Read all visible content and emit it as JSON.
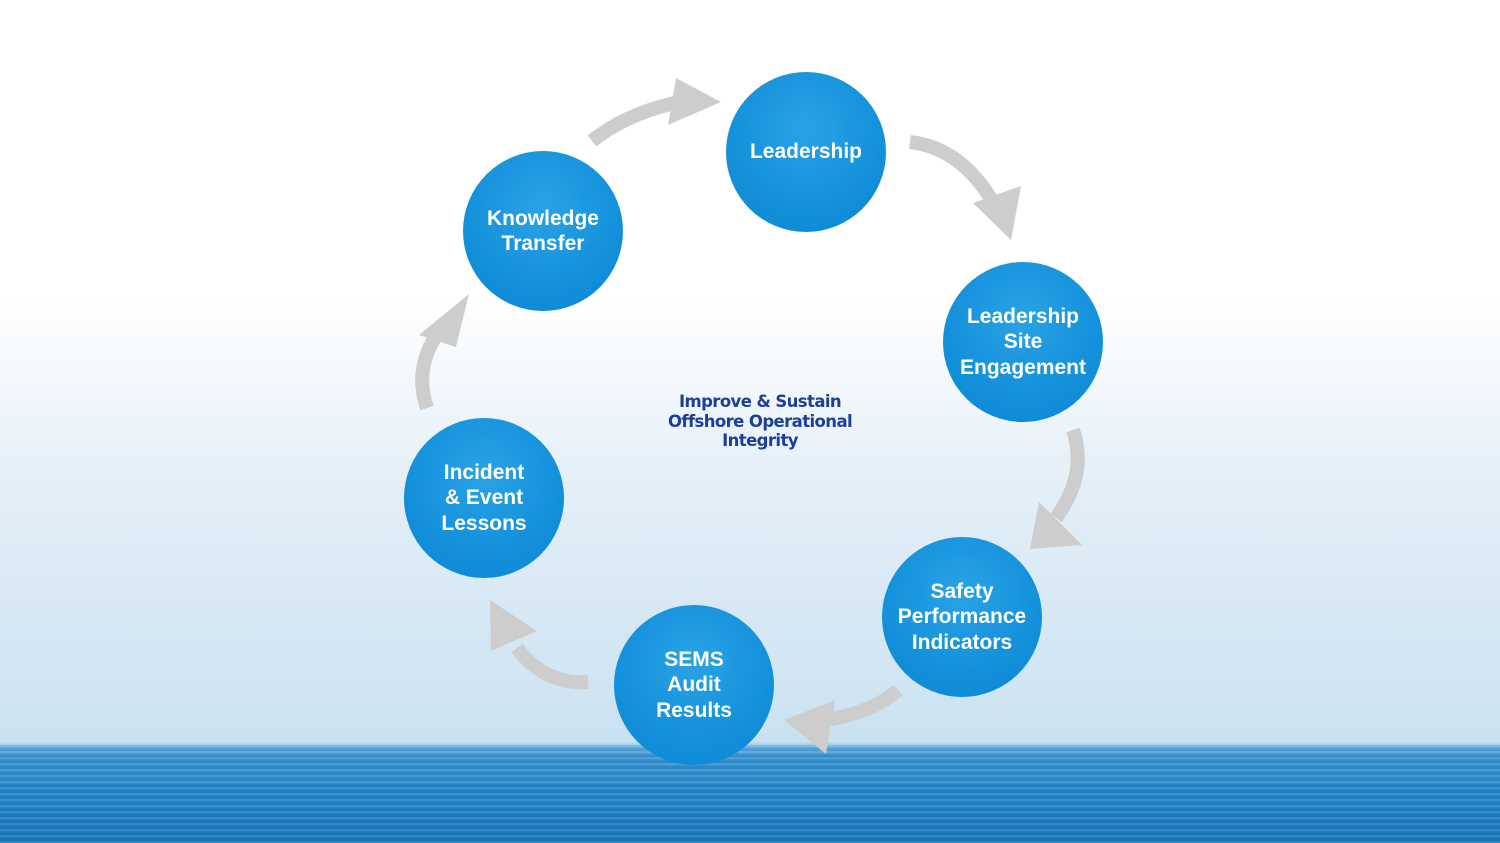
{
  "center_title": "Improve & Sustain\nOffshore Operational\nIntegrity",
  "nodes": [
    {
      "label": "Leadership"
    },
    {
      "label": "Leadership\nSite\nEngagement"
    },
    {
      "label": "Safety\nPerformance\nIndicators"
    },
    {
      "label": "SEMS\nAudit\nResults"
    },
    {
      "label": "Incident\n& Event\nLessons"
    },
    {
      "label": "Knowledge\nTransfer"
    }
  ],
  "colors": {
    "node_fill": "#1592dc",
    "node_text": "#ffffff",
    "arrow": "#cccccc",
    "center_text": "#1d3f99",
    "sea": "#2587c8"
  }
}
